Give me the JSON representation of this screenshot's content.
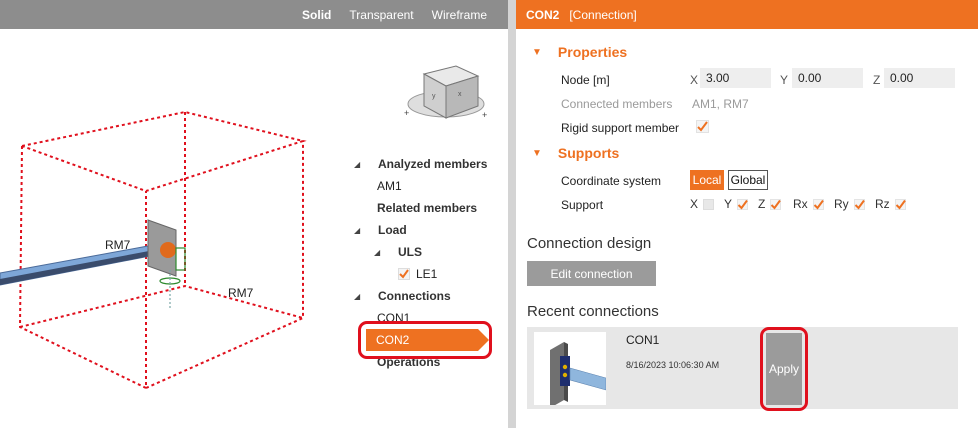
{
  "viewport": {
    "modes": [
      "Solid",
      "Transparent",
      "Wireframe"
    ],
    "active_mode": "Solid",
    "scene_labels": {
      "member_left": "RM7",
      "member_right": "RM7"
    }
  },
  "tree": {
    "analyzed_members": "Analyzed members",
    "am1": "AM1",
    "related_members": "Related members",
    "load": "Load",
    "uls": "ULS",
    "le1": "LE1",
    "connections": "Connections",
    "con1": "CON1",
    "con2": "CON2",
    "operations": "Operations"
  },
  "panel": {
    "header_id": "CON2",
    "header_type": "[Connection]",
    "properties_title": "Properties",
    "node_label": "Node [m]",
    "node": {
      "x_label": "X",
      "x": "3.00",
      "y_label": "Y",
      "y": "0.00",
      "z_label": "Z",
      "z": "0.00"
    },
    "connected_members_label": "Connected members",
    "connected_members_value": "AM1, RM7",
    "rigid_support_label": "Rigid support member",
    "supports_title": "Supports",
    "coord_system_label": "Coordinate system",
    "coord_local": "Local",
    "coord_global": "Global",
    "support_label": "Support",
    "support_items": [
      {
        "label": "X",
        "checked": false
      },
      {
        "label": "Y",
        "checked": true
      },
      {
        "label": "Z",
        "checked": true
      },
      {
        "label": "Rx",
        "checked": true
      },
      {
        "label": "Ry",
        "checked": true
      },
      {
        "label": "Rz",
        "checked": true
      }
    ],
    "connection_design_title": "Connection design",
    "edit_connection_label": "Edit connection",
    "recent_title": "Recent connections",
    "recent": {
      "name": "CON1",
      "date": "8/16/2023 10:06:30 AM",
      "apply_label": "Apply"
    }
  },
  "colors": {
    "accent": "#ee7121",
    "highlight_ring": "#e0101d",
    "toolbar": "#8d8d8d"
  }
}
